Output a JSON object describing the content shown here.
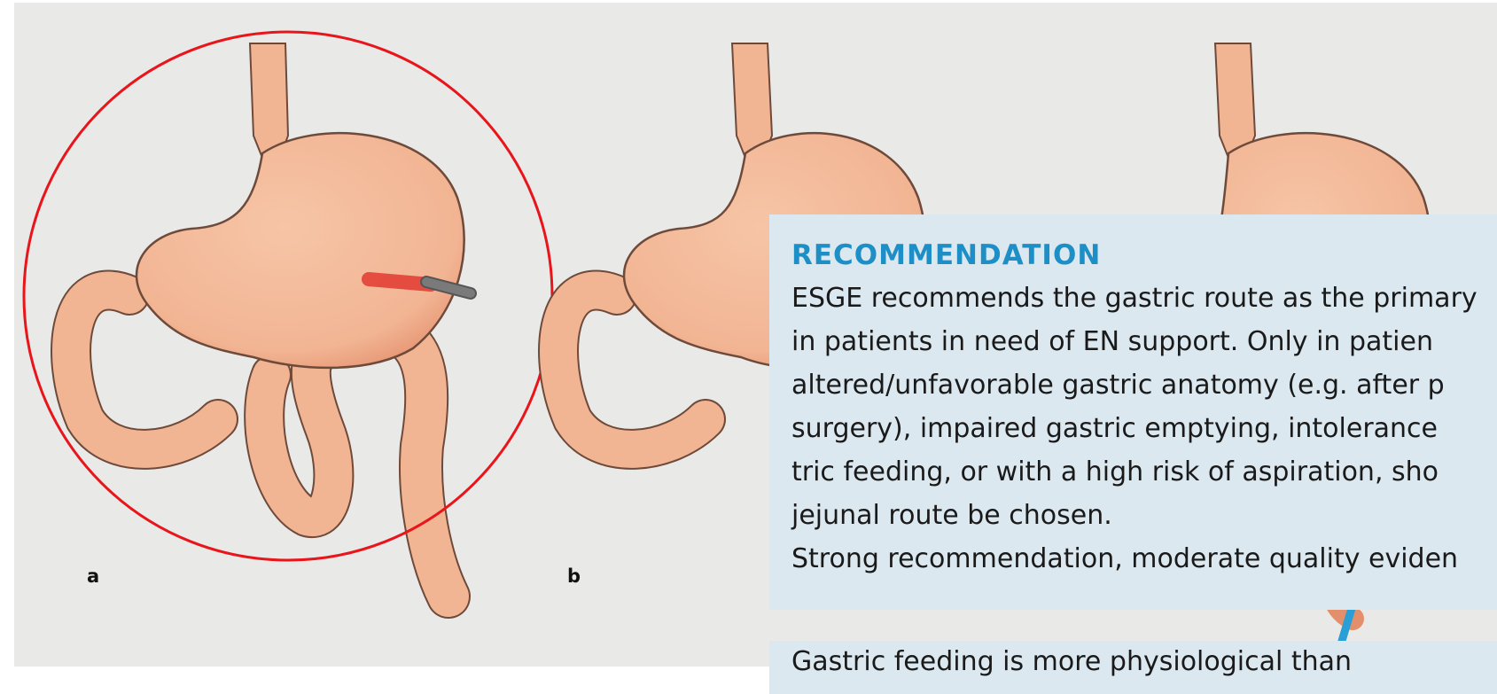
{
  "panels": {
    "a_label": "a",
    "b_label": "b"
  },
  "colors": {
    "stomach_fill": "#f3b895",
    "stomach_outline": "#6e4a3a",
    "highlight_circle": "#e8151b",
    "tube_gray": "#6e6e6e",
    "tube_red": "#e23a30",
    "tube_blue": "#2a9fd6",
    "box_background": "#dbe8ef",
    "heading_blue": "#1e8fc6"
  },
  "icons": [
    "stomach-a-illustration",
    "stomach-b-illustration",
    "stomach-c-illustration",
    "highlight-circle",
    "feeding-tube"
  ],
  "recommendation": {
    "heading": "RECOMMENDATION",
    "lines": [
      "ESGE recommends the gastric route as the primary",
      "in patients in need of EN support. Only in patien",
      "altered/unfavorable gastric anatomy (e.g. after p",
      "surgery), impaired gastric emptying, intolerance",
      "tric feeding, or with a high risk of aspiration, sho",
      "jejunal route be chosen.",
      "Strong recommendation, moderate quality eviden"
    ]
  },
  "second_box": {
    "text": "Gastric feeding is more physiological than"
  }
}
